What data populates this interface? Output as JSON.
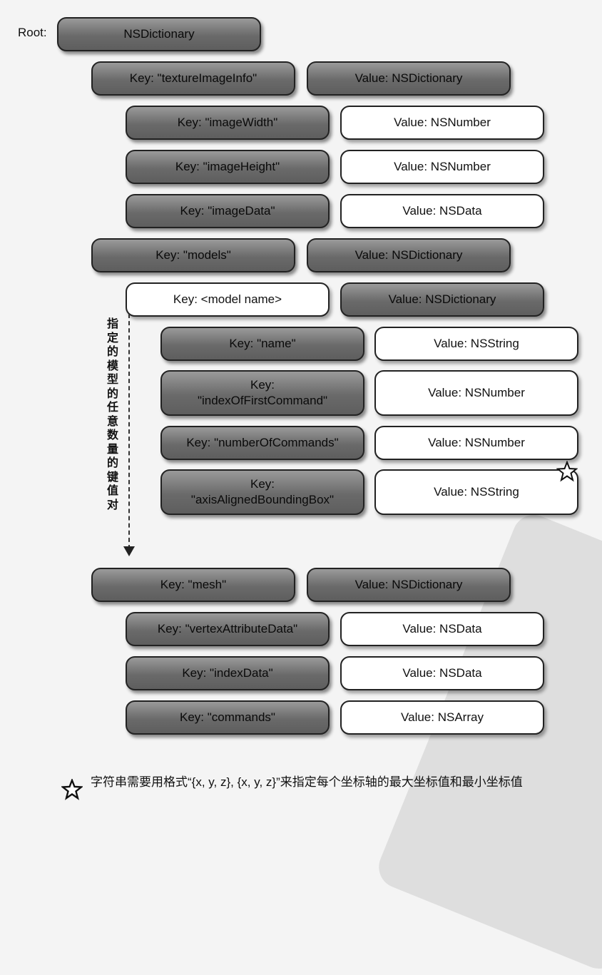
{
  "root_label": "Root:",
  "annotation": "指定的模型的任意数量的键值对",
  "footnote": "字符串需要用格式“{x, y, z}, {x, y, z}”来指定每个坐标轴的最大坐标值和最小坐标值",
  "nodes": {
    "root": "NSDictionary",
    "tex_key": "Key: \"textureImageInfo\"",
    "tex_val": "Value: NSDictionary",
    "iw_key": "Key: \"imageWidth\"",
    "iw_val": "Value: NSNumber",
    "ih_key": "Key: \"imageHeight\"",
    "ih_val": "Value: NSNumber",
    "id_key": "Key: \"imageData\"",
    "id_val": "Value: NSData",
    "models_key": "Key: \"models\"",
    "models_val": "Value: NSDictionary",
    "mn_key": "Key: <model name>",
    "mn_val": "Value: NSDictionary",
    "name_key": "Key: \"name\"",
    "name_val": "Value: NSString",
    "ifc_key_1": "Key:",
    "ifc_key_2": "\"indexOfFirstCommand\"",
    "ifc_val": "Value: NSNumber",
    "noc_key": "Key: \"numberOfCommands\"",
    "noc_val": "Value: NSNumber",
    "aabb_key_1": "Key:",
    "aabb_key_2": "\"axisAlignedBoundingBox\"",
    "aabb_val": "Value: NSString",
    "mesh_key": "Key: \"mesh\"",
    "mesh_val": "Value: NSDictionary",
    "vad_key": "Key: \"vertexAttributeData\"",
    "vad_val": "Value: NSData",
    "ixd_key": "Key: \"indexData\"",
    "ixd_val": "Value: NSData",
    "cmd_key": "Key: \"commands\"",
    "cmd_val": "Value: NSArray"
  }
}
